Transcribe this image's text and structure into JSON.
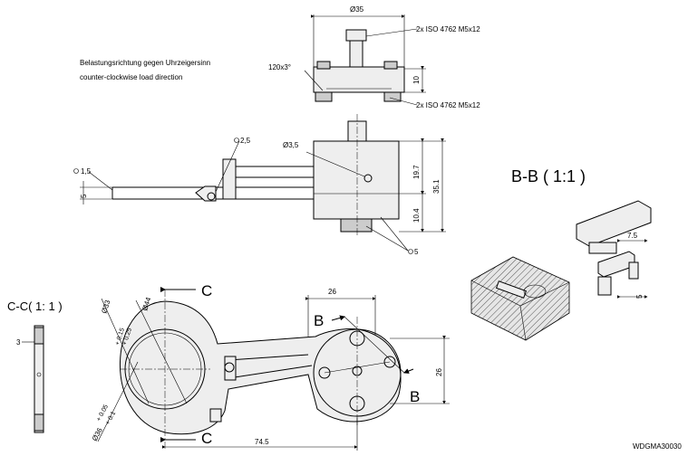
{
  "notes": {
    "line_de": "Belastungsrichtung gegen Uhrzeigersinn",
    "line_en": "counter-clockwise load direction"
  },
  "top_view": {
    "dia_35": "Ø35",
    "screw_top": "2x ISO 4762  M5x12",
    "screw_bottom": "2x ISO 4762  M5x12",
    "angle": "120x3°",
    "height_10": "10"
  },
  "side_view": {
    "r25": "2,5",
    "r15": "1,5",
    "d5_left": "5",
    "dia_35_small": "Ø3,5",
    "h_197": "19.7",
    "h_351": "35.1",
    "h_104": "10.4",
    "r5": "5"
  },
  "section_bb": {
    "title": "B-B ( 1:1 )",
    "d75": "7.5",
    "d5": "5"
  },
  "section_cc": {
    "title": "C-C( 1: 1 )",
    "d3": "3"
  },
  "plan_view": {
    "dia_44": "Ø44",
    "dia_33": "Ø33",
    "tol_33_upper": "+ 0.15",
    "tol_33_lower": "+ 0.25",
    "dia_36": "Ø36",
    "tol_36_upper": "+ 0.05",
    "tol_36_lower": "+ 0.1",
    "c_top": "C",
    "c_bottom": "C",
    "b_top": "B",
    "b_bottom": "B",
    "d26_top": "26",
    "d26_right": "26",
    "d745": "74.5"
  },
  "drawing_id": "WDGMA30030"
}
